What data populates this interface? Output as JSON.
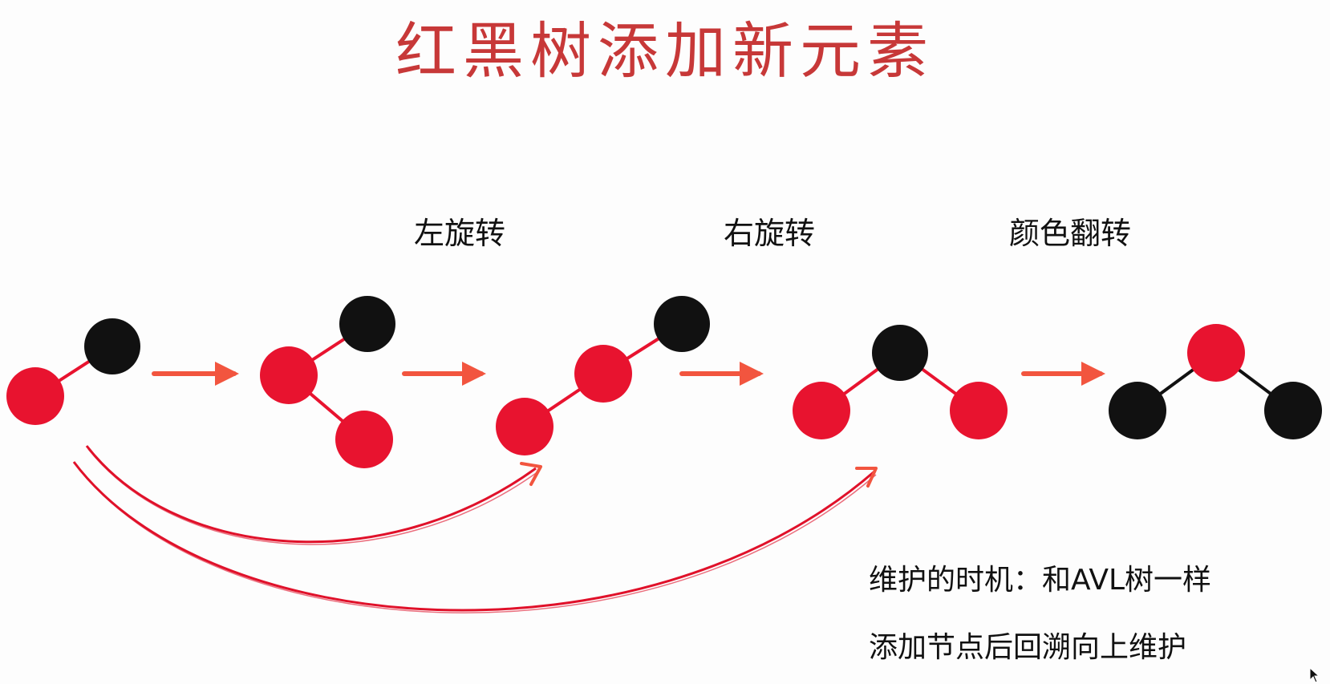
{
  "title": "红黑树添加新元素",
  "steps": [
    {
      "label": "左旋转"
    },
    {
      "label": "右旋转"
    },
    {
      "label": "颜色翻转"
    }
  ],
  "notes": [
    "维护的时机：和AVL树一样",
    "添加节点后回溯向上维护"
  ],
  "colors": {
    "red_node": "#e8132f",
    "black_node": "#111111",
    "arrow": "#f2553f",
    "curve": "#e0112a",
    "title": "#c73838"
  },
  "trees": [
    {
      "name": "initial",
      "nodes": [
        {
          "id": "a",
          "color": "red"
        },
        {
          "id": "b",
          "color": "black"
        }
      ],
      "edges": [
        [
          "a",
          "b"
        ]
      ]
    },
    {
      "name": "after-insert",
      "nodes": [
        {
          "id": "a",
          "color": "red"
        },
        {
          "id": "b",
          "color": "black"
        },
        {
          "id": "c",
          "color": "red"
        }
      ],
      "edges": [
        [
          "a",
          "b"
        ],
        [
          "a",
          "c"
        ]
      ]
    },
    {
      "name": "after-left-rotate",
      "nodes": [
        {
          "id": "a",
          "color": "red"
        },
        {
          "id": "b",
          "color": "red"
        },
        {
          "id": "c",
          "color": "black"
        }
      ],
      "edges": [
        [
          "a",
          "b"
        ],
        [
          "b",
          "c"
        ]
      ]
    },
    {
      "name": "after-right-rotate",
      "nodes": [
        {
          "id": "a",
          "color": "red"
        },
        {
          "id": "b",
          "color": "black"
        },
        {
          "id": "c",
          "color": "red"
        }
      ],
      "edges": [
        [
          "a",
          "b"
        ],
        [
          "b",
          "c"
        ]
      ]
    },
    {
      "name": "after-color-flip",
      "nodes": [
        {
          "id": "a",
          "color": "black"
        },
        {
          "id": "b",
          "color": "red"
        },
        {
          "id": "c",
          "color": "black"
        }
      ],
      "edges": [
        [
          "a",
          "b"
        ],
        [
          "b",
          "c"
        ]
      ]
    }
  ]
}
